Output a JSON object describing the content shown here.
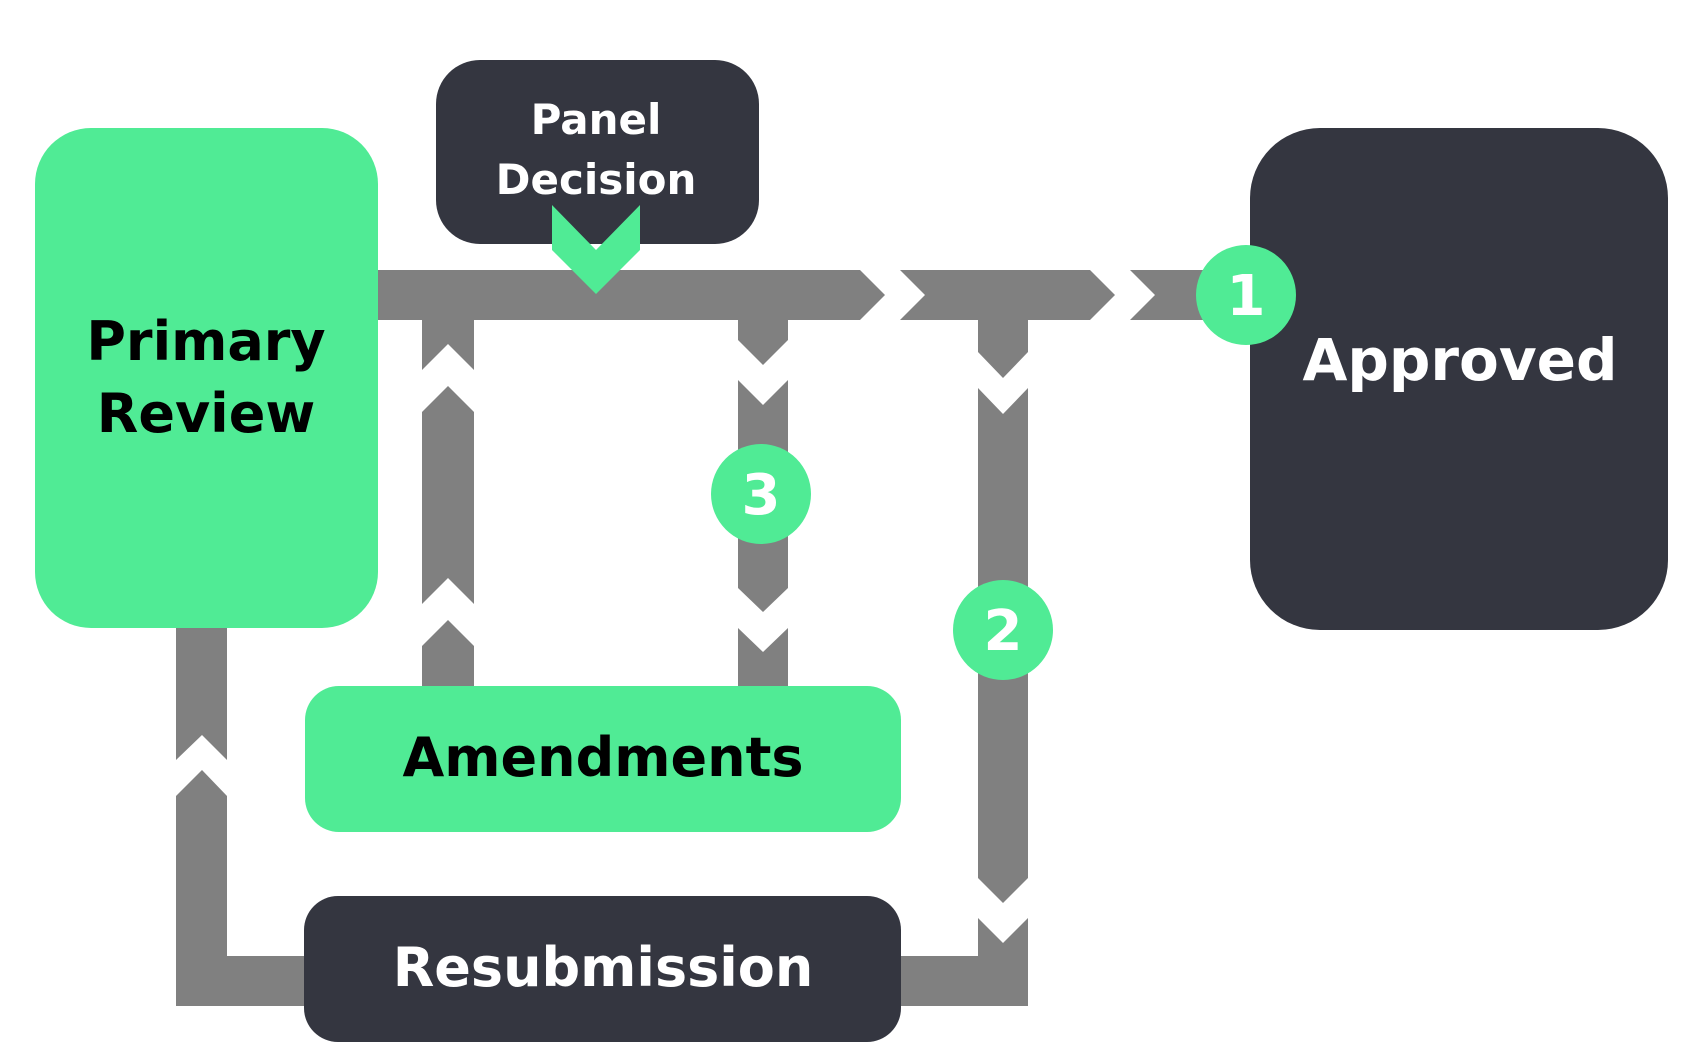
{
  "colors": {
    "green": "#50eb95",
    "dark": "#343640",
    "connector": "#808080",
    "background": "#ffffff",
    "dark_text": "#000000",
    "light_text": "#ffffff"
  },
  "nodes": {
    "primary_review": {
      "line1": "Primary",
      "line2": "Review"
    },
    "panel_decision": {
      "line1": "Panel",
      "line2": "Decision"
    },
    "approved": {
      "label": "Approved"
    },
    "amendments": {
      "label": "Amendments"
    },
    "resubmission": {
      "label": "Resubmission"
    }
  },
  "markers": [
    "1",
    "2",
    "3"
  ]
}
